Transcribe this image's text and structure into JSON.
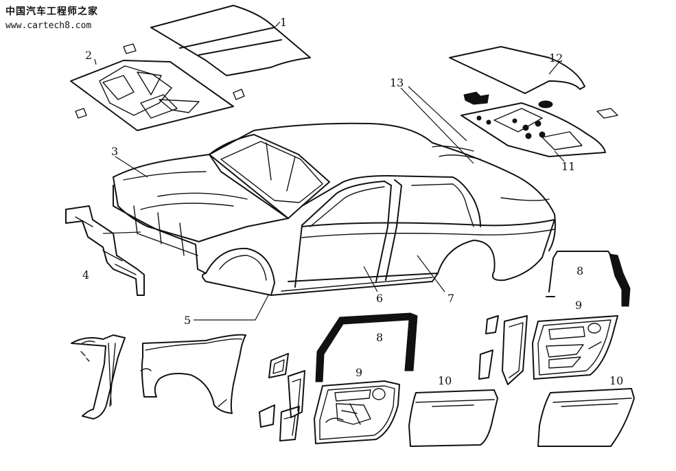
{
  "watermark": {
    "chinese": "中国汽车工程师之家",
    "url": "www.cartech8.com"
  },
  "labels": {
    "p1": "1",
    "p2": "2",
    "p3": "3",
    "p4": "4",
    "p5": "5",
    "p6": "6",
    "p7": "7",
    "p8a": "8",
    "p8b": "8",
    "p9a": "9",
    "p9b": "9",
    "p10a": "10",
    "p10b": "10",
    "p11": "11",
    "p12": "12",
    "p13": "13"
  }
}
